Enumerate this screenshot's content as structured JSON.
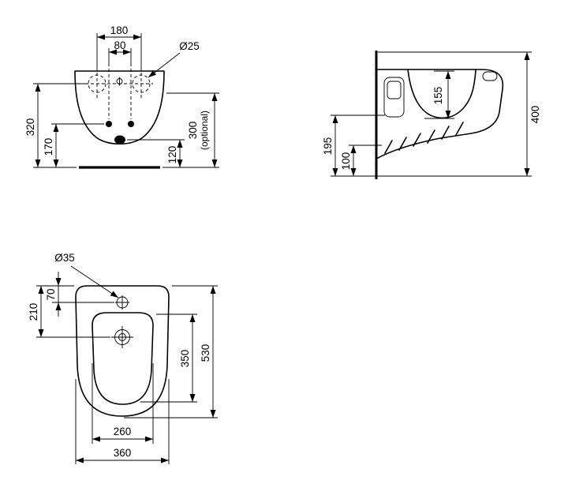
{
  "colors": {
    "line": "#000000",
    "background": "#ffffff"
  },
  "front": {
    "d180": "180",
    "d80": "80",
    "dia25": "Ø25",
    "d320": "320",
    "d170": "170",
    "d120": "120",
    "d300": "300",
    "d300_note": "(optional)"
  },
  "side": {
    "d155": "155",
    "d400": "400",
    "d195": "195",
    "d100": "100"
  },
  "plan": {
    "dia35": "Ø35",
    "d70": "70",
    "d210": "210",
    "d350": "350",
    "d530": "530",
    "d260": "260",
    "d360": "360"
  }
}
